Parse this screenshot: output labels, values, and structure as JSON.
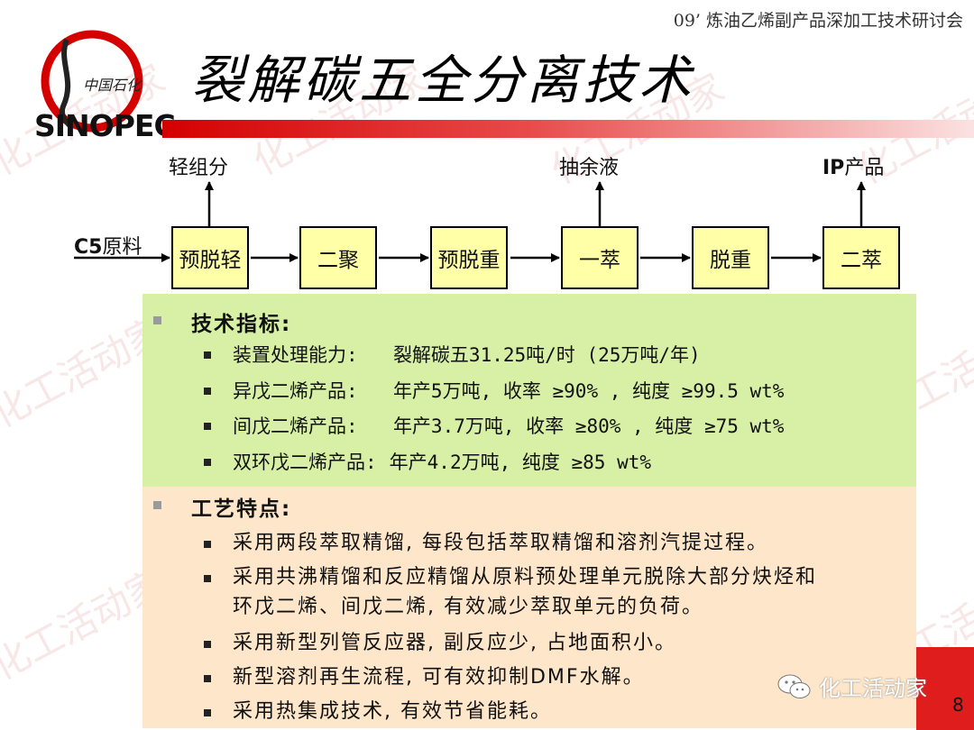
{
  "header": {
    "conference": "09’ 炼油乙烯副产品深加工技术研讨会",
    "title": "裂解碳五全分离技术"
  },
  "logo": {
    "text": "SINOPEC",
    "cn": "中国石化"
  },
  "flow": {
    "feed": {
      "bold": "C5",
      "text": "原料"
    },
    "boxes": [
      "预脱轻",
      "二聚",
      "预脱重",
      "一萃",
      "脱重",
      "二萃"
    ],
    "outputs": {
      "light": "轻组分",
      "raffinate": "抽余液",
      "product_bold": "IP",
      "product_text": "产品"
    }
  },
  "indicators": {
    "heading": "技术指标:",
    "rows": [
      {
        "label": "装置处理能力:  ",
        "value": "裂解碳五31.25吨/时 (25万吨/年)"
      },
      {
        "label": "异戊二烯产品:  ",
        "value": "年产5万吨, 收率 ≥90% , 纯度 ≥99.5 wt%"
      },
      {
        "label": "间戊二烯产品:  ",
        "value": "年产3.7万吨, 收率 ≥80% , 纯度 ≥75 wt%"
      },
      {
        "label": "双环戊二烯产品:",
        "value": "年产4.2万吨, 纯度 ≥85 wt%"
      }
    ]
  },
  "features": {
    "heading": "工艺特点:",
    "items": [
      "采用两段萃取精馏, 每段包括萃取精馏和溶剂汽提过程。",
      "采用共沸精馏和反应精馏从原料预处理单元脱除大部分炔烃和",
      "环戊二烯、间戊二烯, 有效减少萃取单元的负荷。",
      "采用新型列管反应器, 副反应少, 占地面积小。",
      "新型溶剂再生流程, 可有效抑制DMF水解。",
      "采用热集成技术, 有效节省能耗。"
    ]
  },
  "watermark": {
    "text": "化工活动家"
  },
  "footer": {
    "account": "化工活动家",
    "page": "8"
  },
  "colors": {
    "box_fill": "#ffffa8",
    "indicators_bg": "#d7f0a5",
    "features_bg": "#fde6c9",
    "accent_red": "#d40000"
  }
}
